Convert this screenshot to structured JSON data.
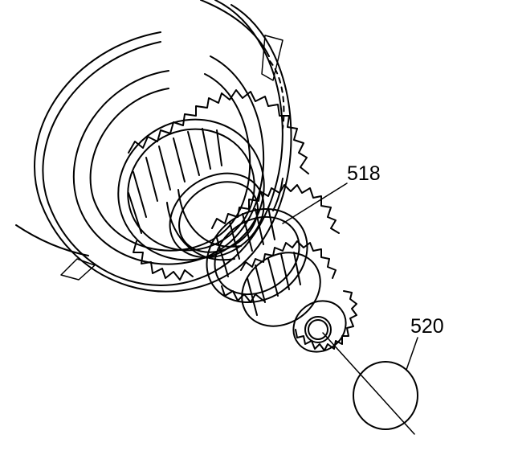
{
  "diagram": {
    "callouts": [
      {
        "id": "518",
        "label": "518",
        "target": "shaft-with-gears"
      },
      {
        "id": "520",
        "label": "520",
        "target": "round-plug-disc"
      }
    ]
  }
}
